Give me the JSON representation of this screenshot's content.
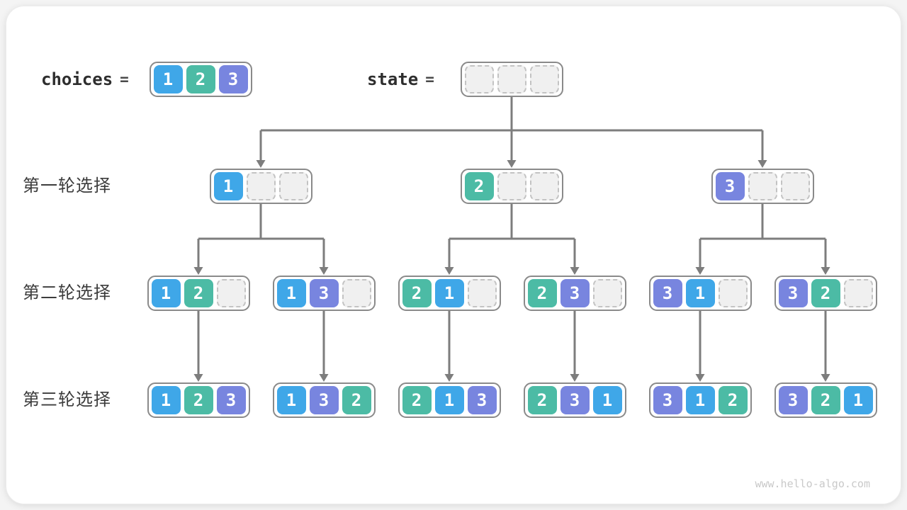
{
  "header": {
    "choices": {
      "label": "choices",
      "cells": [
        1,
        2,
        3
      ]
    },
    "state": {
      "label": "state",
      "cells": [
        null,
        null,
        null
      ]
    },
    "equals": "="
  },
  "rows": [
    {
      "label": "第一轮选择",
      "nodes": [
        {
          "cells": [
            1,
            null,
            null
          ]
        },
        {
          "cells": [
            2,
            null,
            null
          ]
        },
        {
          "cells": [
            3,
            null,
            null
          ]
        }
      ]
    },
    {
      "label": "第二轮选择",
      "nodes": [
        {
          "cells": [
            1,
            2,
            null
          ]
        },
        {
          "cells": [
            1,
            3,
            null
          ]
        },
        {
          "cells": [
            2,
            1,
            null
          ]
        },
        {
          "cells": [
            2,
            3,
            null
          ]
        },
        {
          "cells": [
            3,
            1,
            null
          ]
        },
        {
          "cells": [
            3,
            2,
            null
          ]
        }
      ]
    },
    {
      "label": "第三轮选择",
      "nodes": [
        {
          "cells": [
            1,
            2,
            3
          ]
        },
        {
          "cells": [
            1,
            3,
            2
          ]
        },
        {
          "cells": [
            2,
            1,
            3
          ]
        },
        {
          "cells": [
            2,
            3,
            1
          ]
        },
        {
          "cells": [
            3,
            1,
            2
          ]
        },
        {
          "cells": [
            3,
            2,
            1
          ]
        }
      ]
    }
  ],
  "colors": {
    "1": "#3fa7e8",
    "2": "#4cbba5",
    "3": "#7885df",
    "arrow": "#7d7d7d",
    "box_border": "#8a8a8a",
    "empty_fill": "#f0f0f0",
    "empty_border": "#c3c3c3"
  },
  "footer": {
    "url": "www.hello-algo.com"
  }
}
